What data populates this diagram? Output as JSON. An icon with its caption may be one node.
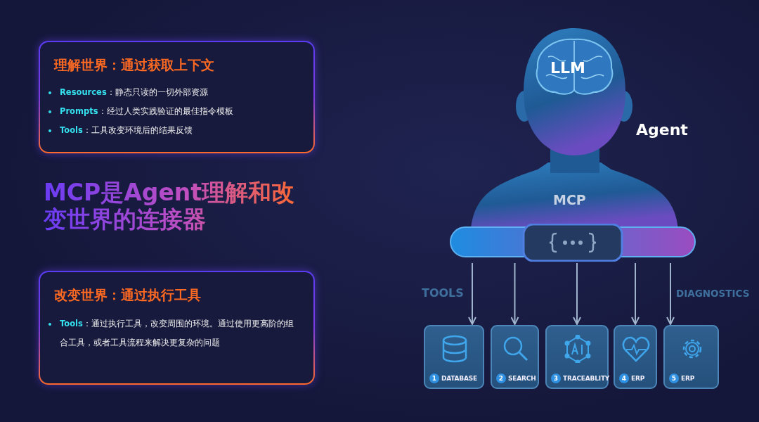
{
  "diagram": {
    "title": "MCP是Agent理解和改变世界的连接器",
    "nodes": [
      {
        "text": [
          "理解世界：通过获取上下文",
          "**Resources**：静态只读的一切外部资源",
          "**Prompts**：经过人类实践验证的最佳指令模板",
          "**Tools**：工具改变环境后的结果反馈"
        ]
      },
      {
        "text": [
          "改变世界：通过执行工具",
          "**Tools**：通过执行工具，改变周围的环境。通过使用更高阶的组合工具，或者工具流程来解决更复杂的问题"
        ]
      },
      {
        "text": [
          "LLM",
          "MCP",
          "Agent"
        ]
      },
      {
        "text": [],
        "shape": "bar"
      },
      {
        "text": [
          "1",
          "DATABASE"
        ]
      },
      {
        "text": [
          "2",
          "SEARCH"
        ]
      },
      {
        "text": [
          "3",
          "TRACEABLITY"
        ]
      },
      {
        "text": [
          "4",
          "ERP"
        ]
      },
      {
        "text": [
          "5",
          "ERP"
        ]
      }
    ],
    "edges": [
      {
        "from": 3,
        "to": 4,
        "arrow": "to"
      },
      {
        "from": 3,
        "to": 5,
        "arrow": "to"
      },
      {
        "from": 3,
        "to": 6,
        "arrow": "to"
      },
      {
        "from": 3,
        "to": 7,
        "arrow": "to"
      },
      {
        "from": 3,
        "to": 8,
        "arrow": "to"
      }
    ],
    "labels": [
      "TOOLS",
      "DIAGNOSTICS"
    ]
  }
}
